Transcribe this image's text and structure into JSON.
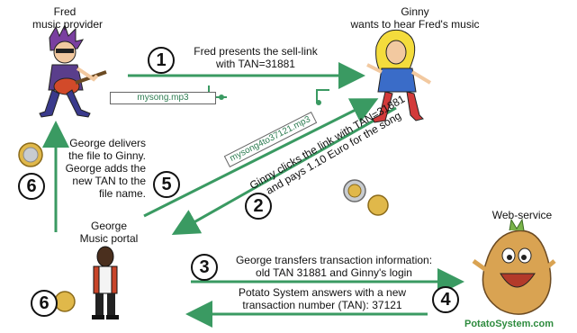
{
  "actors": {
    "fred": {
      "name": "Fred",
      "role": "music provider"
    },
    "ginny": {
      "name": "Ginny",
      "role": "wants to hear Fred's music"
    },
    "george": {
      "name": "George",
      "role": "Music portal"
    },
    "webservice": {
      "name": "Web-service",
      "brand": "PotatoSystem.com"
    }
  },
  "steps": [
    {
      "number": "1",
      "lines": [
        "Fred presents the sell-link",
        "with TAN=31881"
      ]
    },
    {
      "number": "2",
      "lines": [
        "Ginny clicks the link with TAN=31881",
        "and pays 1.10 Euro for the song"
      ]
    },
    {
      "number": "3",
      "lines": [
        "George transfers transaction information:",
        "old TAN 31881 and Ginny's login"
      ]
    },
    {
      "number": "4",
      "lines": [
        "Potato System answers with a new",
        "transaction number (TAN): 37121"
      ]
    },
    {
      "number": "5",
      "lines": [
        "George delivers",
        "the file to Ginny.",
        "George adds the",
        "new TAN to the",
        "file name."
      ]
    },
    {
      "number": "6",
      "lines": []
    }
  ],
  "files": {
    "original": "mysong.mp3",
    "renamed": "mysong4to37121.mp3"
  },
  "colors": {
    "arrow": "#3a9a62",
    "brand": "#2e8b3e",
    "coin_gold": "#e0b84a",
    "coin_silver": "#c8ccd0"
  },
  "icons": [
    "guitar-player-figure",
    "girl-figure",
    "man-figure",
    "potato-mascot",
    "euro-coin"
  ]
}
